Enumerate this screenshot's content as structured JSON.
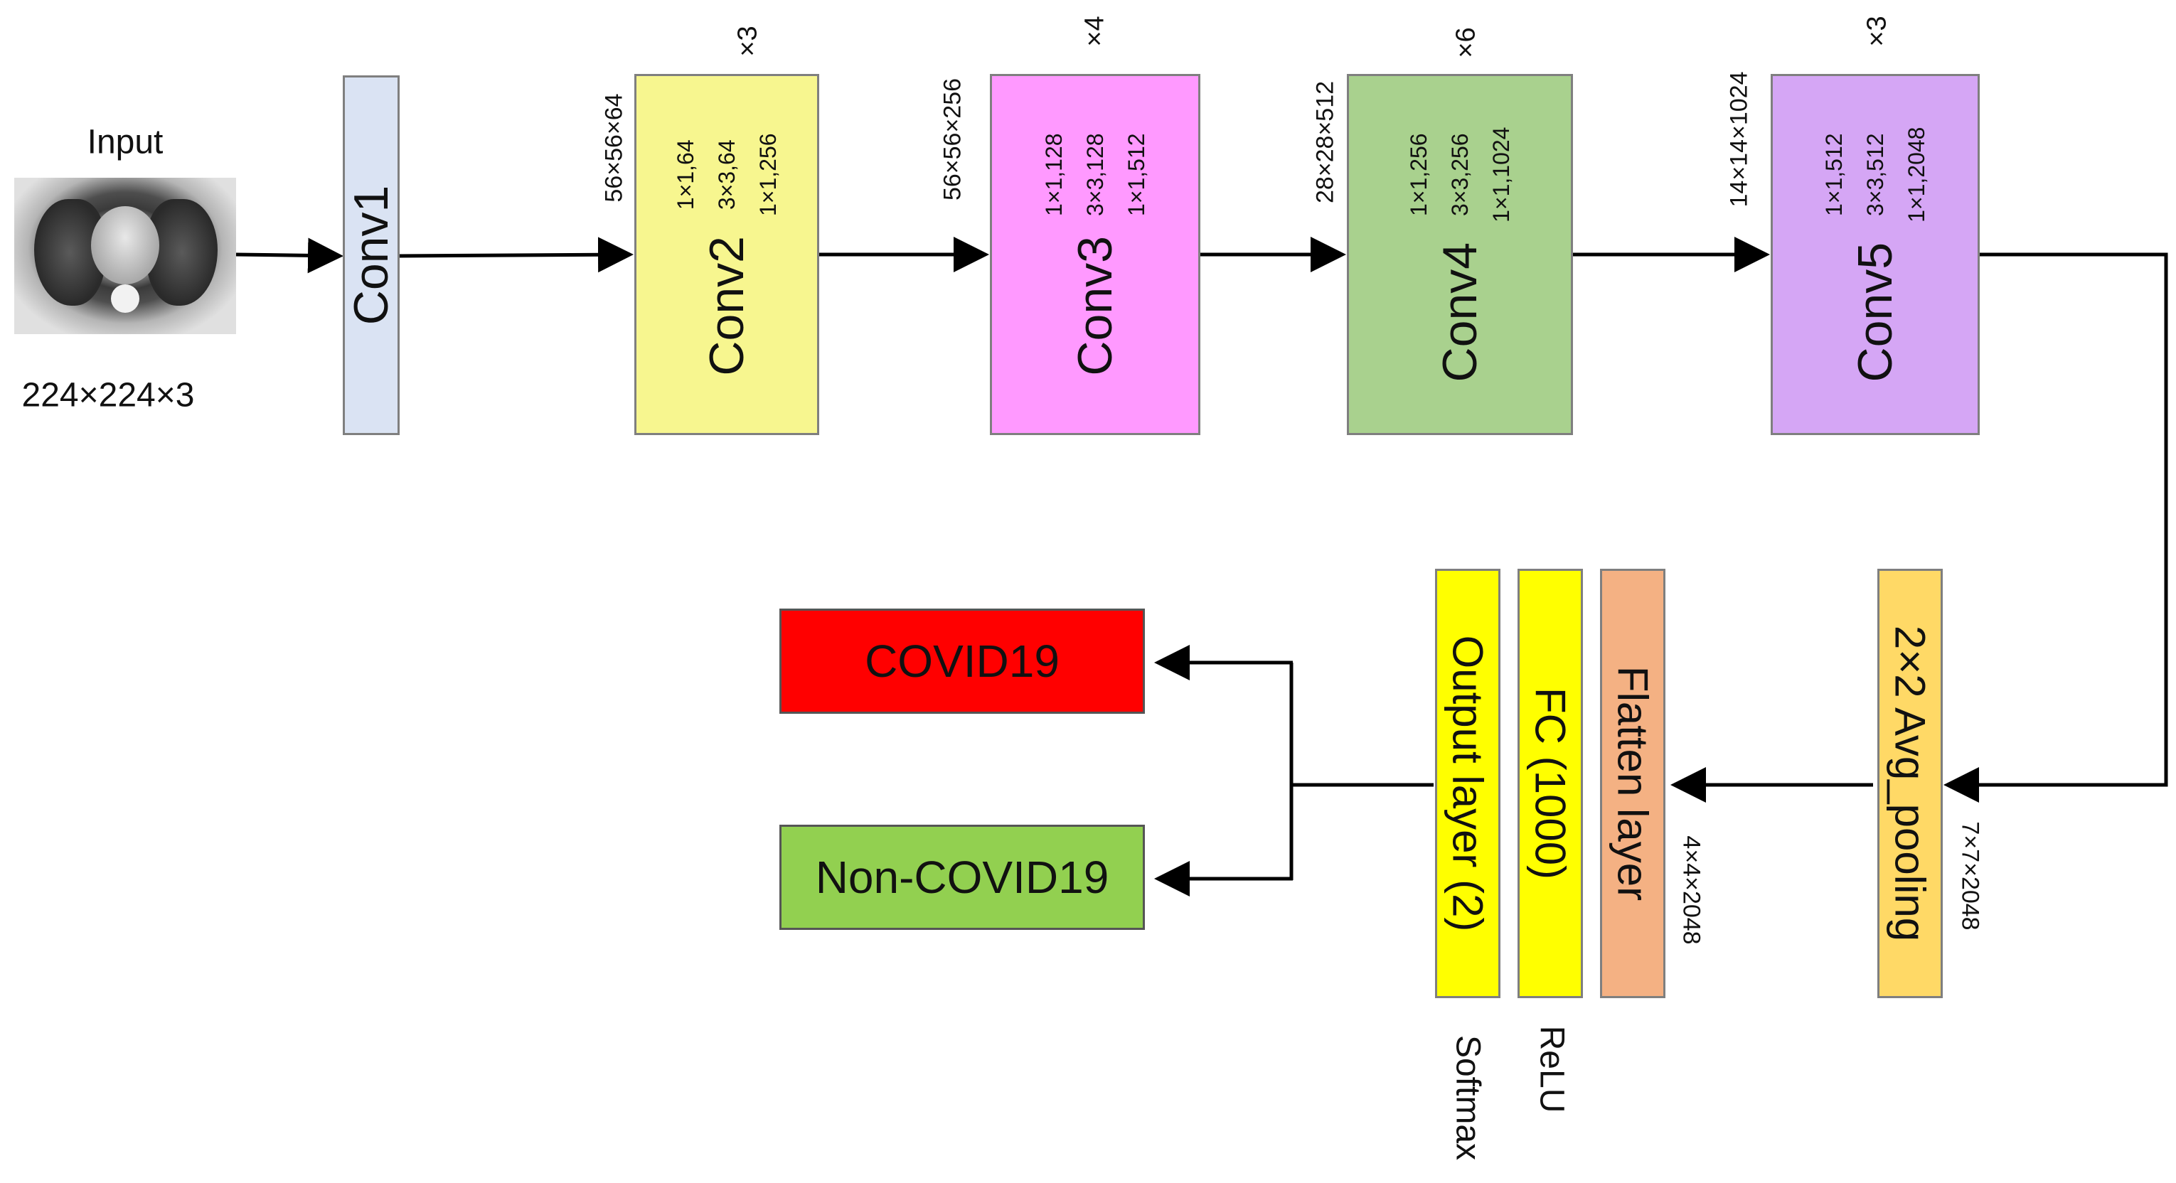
{
  "input": {
    "label": "Input",
    "size": "224×224×3"
  },
  "conv1": {
    "label": "Conv1",
    "color": "#dae3f3"
  },
  "conv2": {
    "label": "Conv2",
    "color": "#f7f68f",
    "kernels": [
      "1×1,64",
      "3×3,64",
      "1×1,256"
    ],
    "repeat": "×3",
    "size": "56×56×64"
  },
  "conv3": {
    "label": "Conv3",
    "color": "#ff99ff",
    "kernels": [
      "1×1,128",
      "3×3,128",
      "1×1,512"
    ],
    "repeat": "×4",
    "size": "56×56×256"
  },
  "conv4": {
    "label": "Conv4",
    "color": "#a9d18e",
    "kernels": [
      "1×1,256",
      "3×3,256",
      "1×1,1024"
    ],
    "repeat": "×6",
    "size": "28×28×512"
  },
  "conv5": {
    "label": "Conv5",
    "color": "#d5a6f5",
    "kernels": [
      "1×1,512",
      "3×3,512",
      "1×1,2048"
    ],
    "repeat": "×3",
    "size": "14×14×1024"
  },
  "avgpool": {
    "label": "2×2 Avg_pooling",
    "color": "#ffd966",
    "size": "7×7×2048"
  },
  "flatten": {
    "label": "Flatten layer",
    "color": "#f4b183",
    "size": "4×4×2048"
  },
  "fc": {
    "label": "FC (1000)",
    "color": "#ffff00",
    "activation": "ReLU"
  },
  "output": {
    "label": "Output layer (2)",
    "color": "#ffff00",
    "activation": "Softmax"
  },
  "classes": {
    "covid": {
      "label": "COVID19",
      "color": "#ff0000"
    },
    "noncovid": {
      "label": "Non-COVID19",
      "color": "#92d050"
    }
  }
}
